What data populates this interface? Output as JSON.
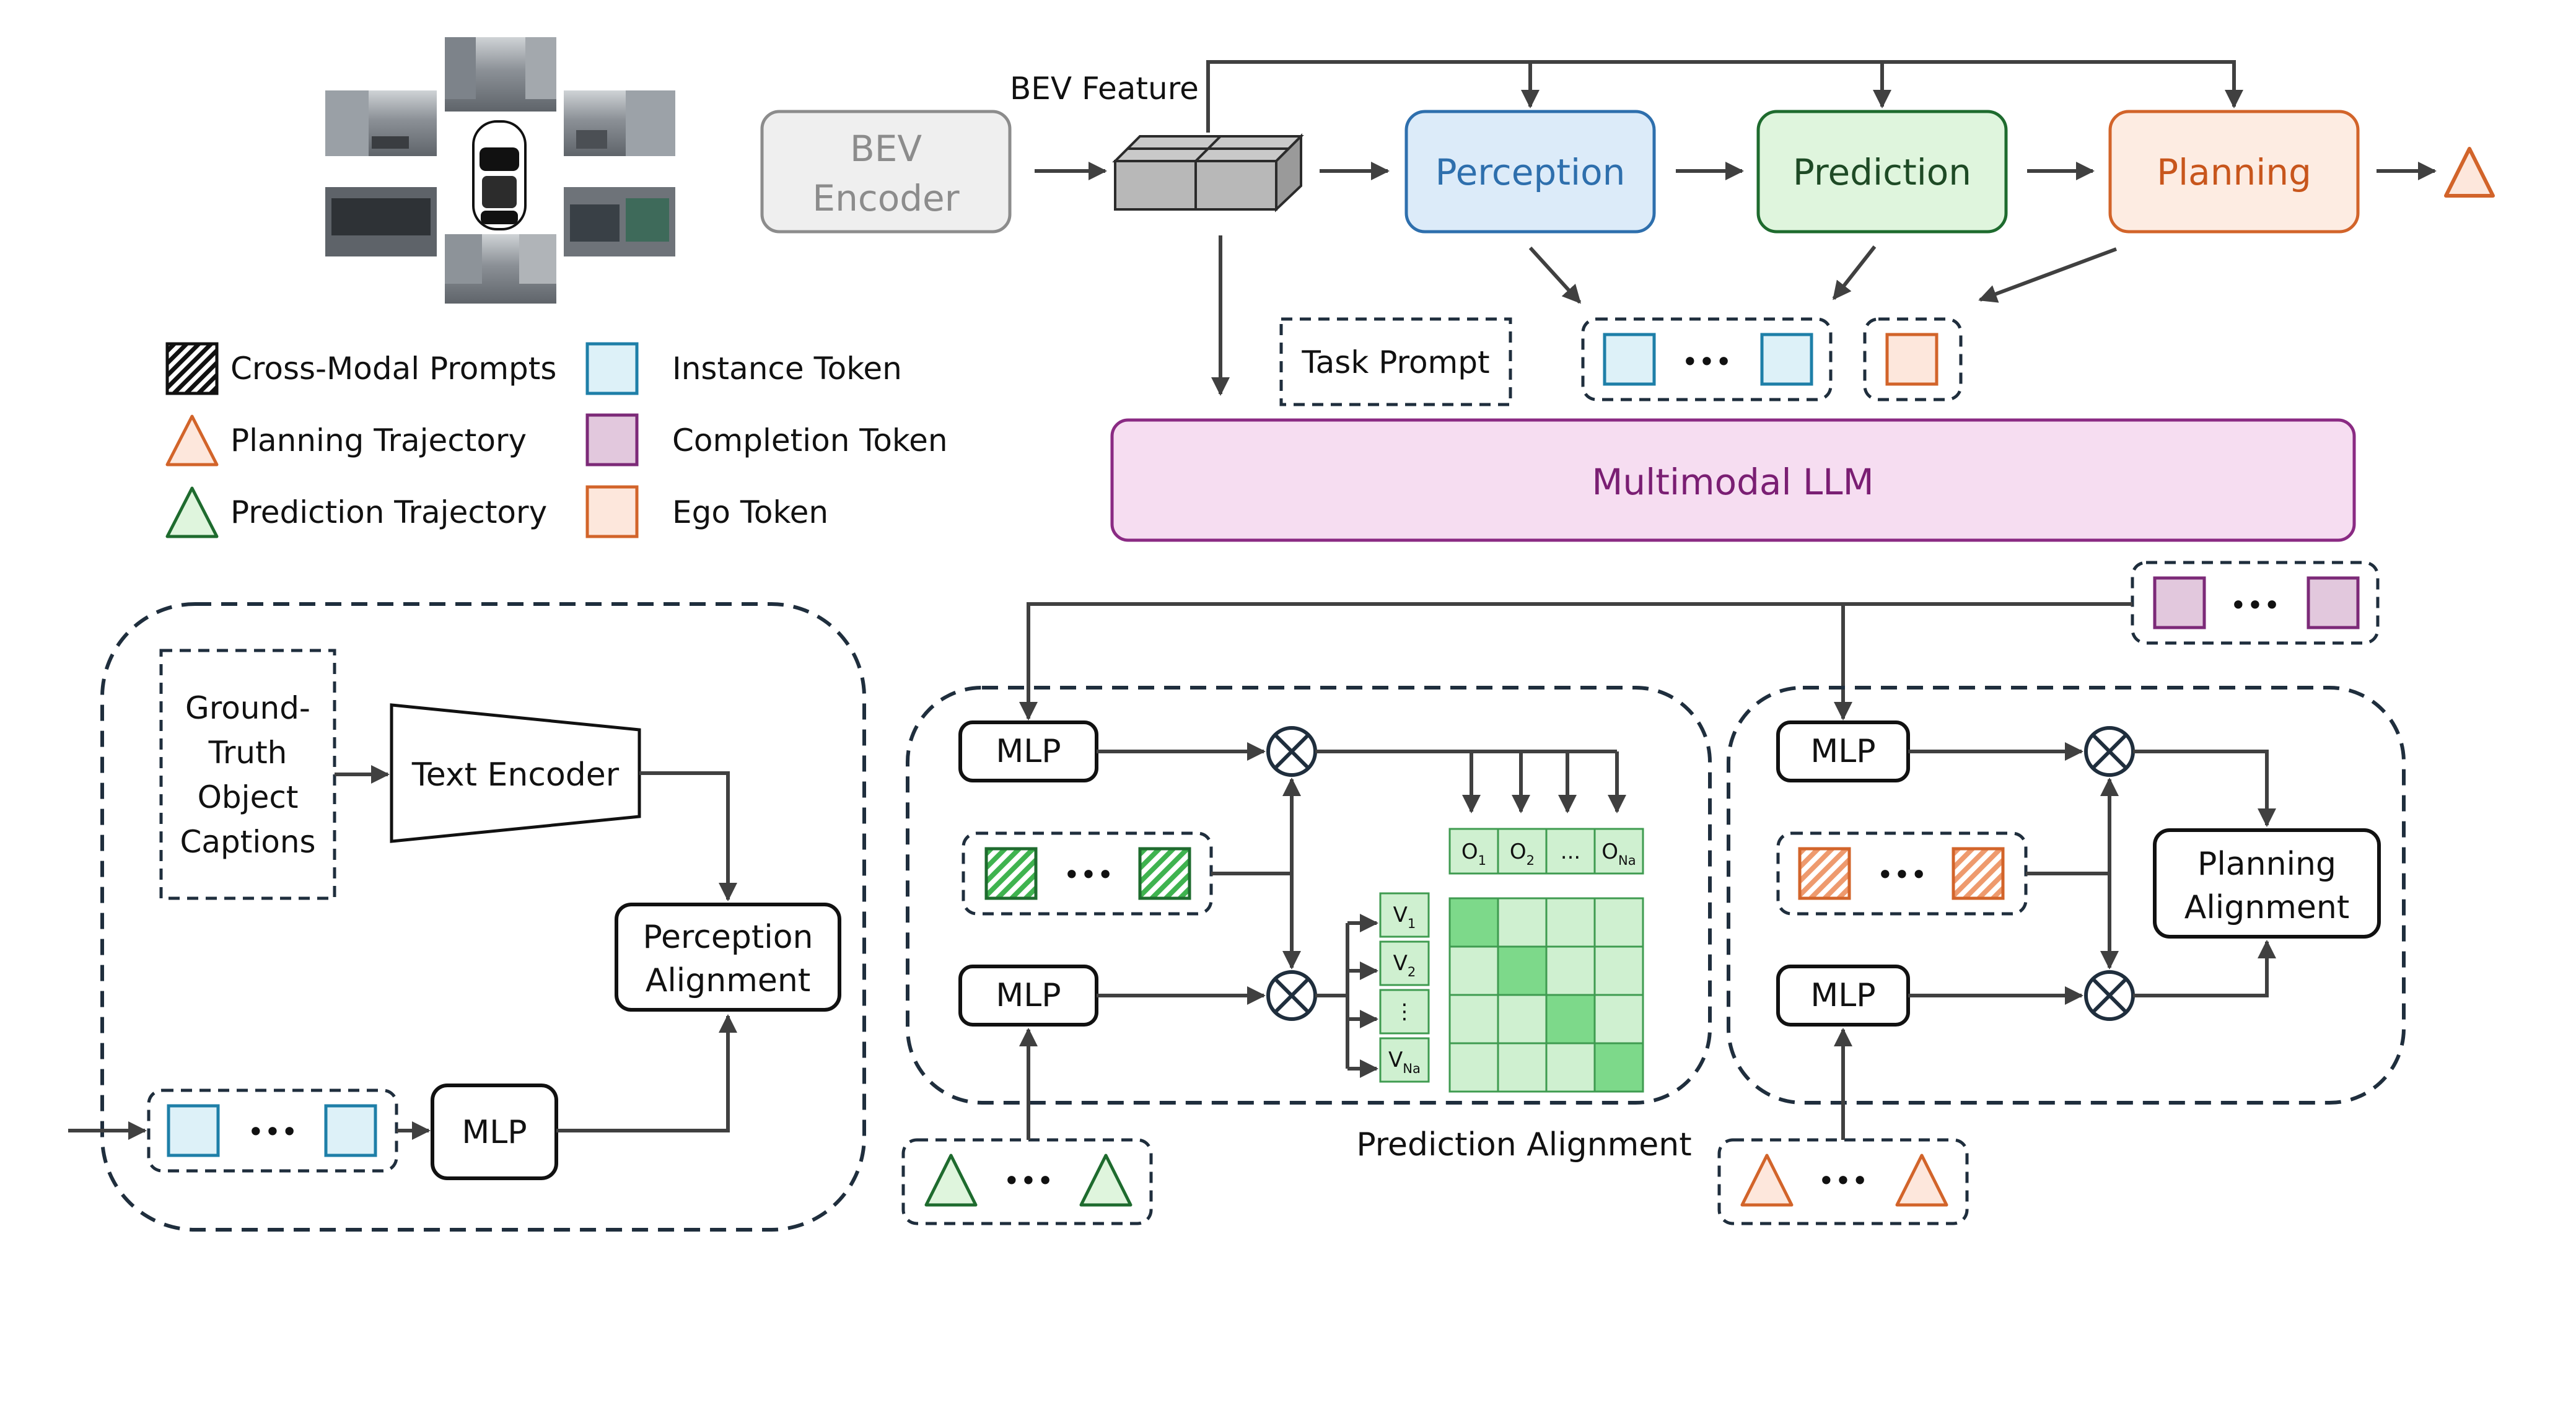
{
  "colors": {
    "perception_stroke": "#2E6FAD",
    "perception_fill": "#DCEBF9",
    "perception_text": "#2E6FAD",
    "prediction_stroke": "#1E6B2E",
    "prediction_fill": "#DFF5DD",
    "prediction_text": "#1E4A25",
    "planning_stroke": "#D2642A",
    "planning_fill": "#FDECE2",
    "planning_text": "#C8561C",
    "llm_stroke": "#8A2A83",
    "llm_fill": "#F6DDF1",
    "llm_text": "#7A1E73",
    "instance_stroke": "#1E7FA8",
    "instance_fill": "#DDF1F8",
    "completion_stroke": "#7C2A78",
    "completion_fill": "#E2C8DD",
    "ego_stroke": "#D2642A",
    "ego_fill": "#FDE7DC",
    "green_tri": "#1E6B2E",
    "orange_tri": "#D2642A",
    "dashed": "#1F2E3D",
    "arrow": "#404040",
    "grid_light": "#CFF0D0",
    "grid_dark": "#7DD98A"
  },
  "labels": {
    "bev_feature": "BEV Feature",
    "bev_encoder_line1": "BEV",
    "bev_encoder_line2": "Encoder",
    "perception": "Perception",
    "prediction": "Prediction",
    "planning": "Planning",
    "task_prompt": "Task Prompt",
    "llm": "Multimodal LLM",
    "ellipsis": "•••",
    "gt_captions": [
      "Ground-",
      "Truth",
      "Object",
      "Captions"
    ],
    "text_encoder": "Text Encoder",
    "perception_alignment": [
      "Perception",
      "Alignment"
    ],
    "mlp": "MLP",
    "prediction_alignment": "Prediction Alignment",
    "planning_alignment": [
      "Planning",
      "Alignment"
    ]
  },
  "legend": [
    {
      "icon": "hatched-square-icon",
      "label": "Cross-Modal Prompts"
    },
    {
      "icon": "planning-triangle-icon",
      "label": "Planning Trajectory"
    },
    {
      "icon": "prediction-triangle-icon",
      "label": "Prediction Trajectory"
    },
    {
      "icon": "instance-token-icon",
      "label": "Instance Token"
    },
    {
      "icon": "completion-token-icon",
      "label": "Completion Token"
    },
    {
      "icon": "ego-token-icon",
      "label": "Ego Token"
    }
  ],
  "matrix": {
    "columns": [
      {
        "base": "O",
        "sub": "1"
      },
      {
        "base": "O",
        "sub": "2"
      },
      {
        "base": "...",
        "sub": ""
      },
      {
        "base": "O",
        "sub": "Na"
      }
    ],
    "rows": [
      {
        "base": "V",
        "sub": "1"
      },
      {
        "base": "V",
        "sub": "2"
      },
      {
        "base": "⋮",
        "sub": ""
      },
      {
        "base": "V",
        "sub": "Na"
      }
    ],
    "highlight_diagonal": true
  },
  "camera_views": [
    "front-left",
    "front",
    "front-right",
    "back-left",
    "back",
    "back-right"
  ]
}
